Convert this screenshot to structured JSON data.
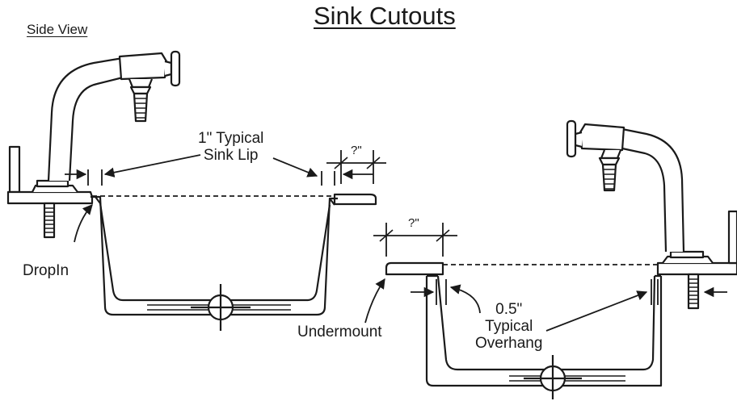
{
  "title": "Sink Cutouts",
  "view_label": "Side View",
  "labels": {
    "sink_lip": [
      "1\" Typical",
      "Sink Lip"
    ],
    "dropin": "DropIn",
    "undermount": "Undermount",
    "overhang": [
      "0.5\"",
      "Typical",
      "Overhang"
    ],
    "unknown_dim_left": "?\"",
    "unknown_dim_right": "?\""
  },
  "colors": {
    "line": "#1a1a1a",
    "background": "#ffffff"
  }
}
